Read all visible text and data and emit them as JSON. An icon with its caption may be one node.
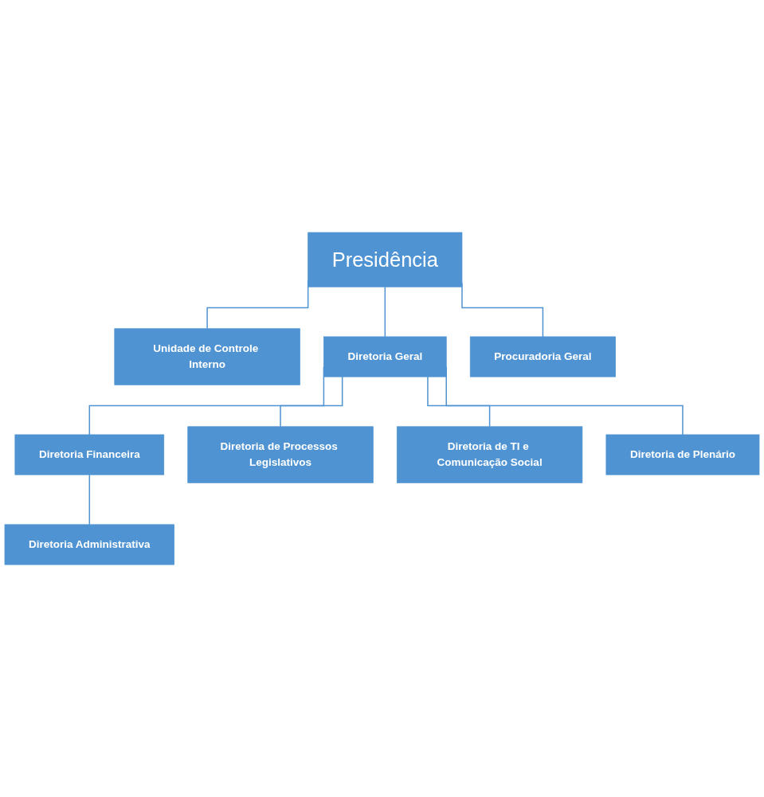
{
  "diagram": {
    "nodes": [
      {
        "text": [
          "Presidência"
        ]
      },
      {
        "text": [
          "Procuradoria Geral"
        ]
      },
      {
        "text": [
          "Unidade de Controle Interno"
        ]
      },
      {
        "text": [
          "Diretoria Geral"
        ]
      },
      {
        "text": [
          "Diretoria Administrativa"
        ]
      },
      {
        "text": [
          "Diretoria Financeira"
        ]
      },
      {
        "text": [
          "Diretoria de Processos Legislativos"
        ]
      },
      {
        "text": [
          "Diretoria de TI e Comunicação Social"
        ]
      },
      {
        "text": [
          "Diretoria de Plenário"
        ]
      }
    ],
    "edges": [
      {
        "from": 0,
        "to": 2,
        "arrow": "none"
      },
      {
        "from": 0,
        "to": 3,
        "arrow": "none"
      },
      {
        "from": 0,
        "to": 1,
        "arrow": "none"
      },
      {
        "from": 3,
        "to": 5,
        "arrow": "none"
      },
      {
        "from": 3,
        "to": 6,
        "arrow": "none"
      },
      {
        "from": 3,
        "to": 7,
        "arrow": "none"
      },
      {
        "from": 3,
        "to": 8,
        "arrow": "none"
      },
      {
        "from": 5,
        "to": 4,
        "arrow": "none"
      }
    ]
  }
}
